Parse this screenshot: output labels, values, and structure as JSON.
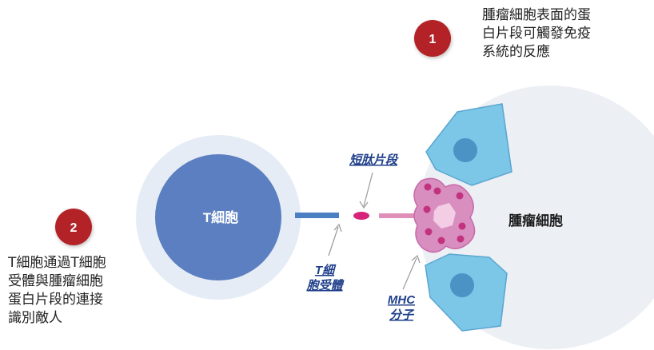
{
  "steps": [
    {
      "number": "1",
      "text_lines": [
        "腫瘤細胞表面的蛋",
        "白片段可觸發免疫",
        "系統的反應"
      ]
    },
    {
      "number": "2",
      "text_lines": [
        "T細胞通過T細胞",
        "受體與腫瘤細胞",
        "蛋白片段的連接",
        "識別敵人"
      ]
    }
  ],
  "labels": {
    "t_cell": "T細胞",
    "tumor_cell": "腫瘤細胞",
    "peptide": "短肽片段",
    "tcr_line1": "T細",
    "tcr_line2": "胞受體",
    "mhc_line1": "MHC",
    "mhc_line2": "分子"
  },
  "colors": {
    "t_cell": "#5b7fc0",
    "t_cell_halo": "#e6ecf6",
    "tumor_bg": "#eceff4",
    "badge": "#b32128",
    "label_text": "#1f3f8a",
    "tcr_bar": "#4a7fc2",
    "mhc_bar": "#e08fb8",
    "peptide": "#d6247a",
    "tumor_cell_fill": "#d98ec0",
    "neighbor_cell": "#79c3e6"
  }
}
